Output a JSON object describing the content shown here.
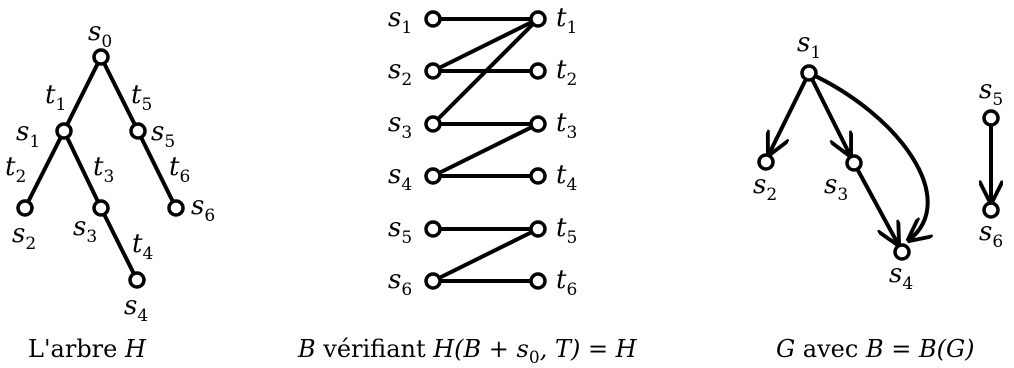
{
  "labels": {
    "s": "s",
    "t": "t",
    "idx": {
      "0": "0",
      "1": "1",
      "2": "2",
      "3": "3",
      "4": "4",
      "5": "5",
      "6": "6"
    }
  },
  "captions": {
    "tree": {
      "text": "L'arbre ",
      "var": "H"
    },
    "bipartite": {
      "b": "B",
      "verif": " vérifiant ",
      "expr": "H(B + s",
      "sub": "0",
      "rest": ", T) = H"
    },
    "graph": {
      "g": "G",
      "avec": " avec ",
      "eq": "B = B(G)"
    }
  },
  "tree_edges": [
    [
      "s0",
      "s1",
      "t1"
    ],
    [
      "s0",
      "s5",
      "t5"
    ],
    [
      "s1",
      "s2",
      "t2"
    ],
    [
      "s1",
      "s3",
      "t3"
    ],
    [
      "s3",
      "s4",
      "t4"
    ],
    [
      "s5",
      "s6",
      "t6"
    ]
  ],
  "bipartite_edges": [
    [
      "s1",
      "t1"
    ],
    [
      "s2",
      "t1"
    ],
    [
      "s2",
      "t2"
    ],
    [
      "s3",
      "t1"
    ],
    [
      "s3",
      "t3"
    ],
    [
      "s4",
      "t3"
    ],
    [
      "s4",
      "t4"
    ],
    [
      "s5",
      "t5"
    ],
    [
      "s6",
      "t5"
    ],
    [
      "s6",
      "t6"
    ]
  ],
  "graph_arcs": [
    [
      "s1",
      "s2"
    ],
    [
      "s1",
      "s3"
    ],
    [
      "s1",
      "s4"
    ],
    [
      "s3",
      "s4"
    ],
    [
      "s5",
      "s6"
    ]
  ]
}
